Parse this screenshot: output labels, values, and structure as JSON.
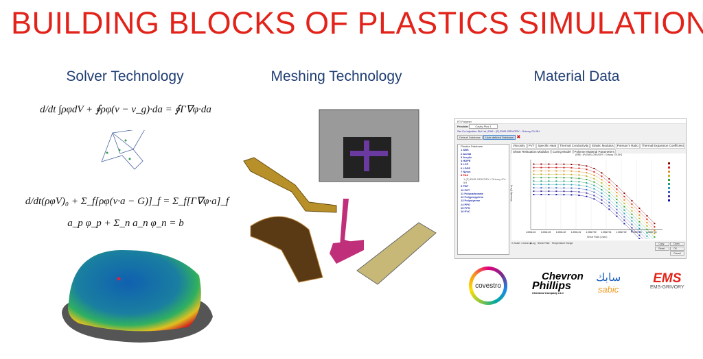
{
  "title": "BUILDING BLOCKS OF PLASTICS SIMULATION",
  "sections": {
    "solver": "Solver Technology",
    "meshing": "Meshing Technology",
    "material": "Material Data"
  },
  "equations": [
    "d/dt ∫ρφdV + ∮ρφ(v − v_g)·da = ∮Γ∇φ·da",
    "d/dt(ρφV)₀ + Σ_f[ρφ(v·a − G)]_f = Σ_f[Γ∇φ·a]_f",
    "a_p φ_p + Σ_n a_n φ_n = b"
  ],
  "window": {
    "title": "RT Polymer",
    "provider_label": "Provider",
    "provider_value": "Cavity Plus 1",
    "breadcrumb": "Set Co-Injection  Std   1st | PA6 - (P) EMS-GRIVORY : Grivory GV-5H",
    "default_db": "Default Database",
    "user_db": "User-defined Database",
    "tree_header": "Plastics Database",
    "tree": [
      "1 ABS",
      "2 Acetal",
      "3 Acrylic",
      "4 HDPE",
      "5 LCP",
      "6 LDPE",
      "7 Nylon",
      "8 PA6",
      "  1 (P) EMS-GRIVORY / Grivory GV-5H",
      "9 PBT",
      "10 PET",
      "11 Polycarbonate",
      "12 Polypropylene",
      "13 Polystyrene",
      "14 PPO",
      "15 PPS",
      "16 PVC"
    ],
    "tabs": [
      "Viscosity",
      "PVT",
      "Specific Heat",
      "Thermal Conductivity",
      "Elastic Modulus",
      "Poisson's Ratio",
      "Thermal Expansion Coefficient",
      "Shear Relaxation Modulus",
      "Curing Model",
      "Polymer Material Parameters"
    ],
    "buttons": [
      "Copy",
      "Open",
      "Reset",
      "OK",
      "Cancel"
    ],
    "controls": {
      "xscale": "X-Scale",
      "linear": "Linear",
      "log": "Log",
      "shear": "Shear Rate",
      "temp": "Temperature Range"
    }
  },
  "chart_data": {
    "type": "line",
    "title": "[PA6 : (P) EMS-GRIVORY : Grivory GV-5H]",
    "xlabel": "Shear Rate (1/sec)",
    "ylabel": "Viscosity (Pa.s)",
    "x_ticks": [
      "1.000e-04",
      "1.000e-03",
      "1.000e-02",
      "1.000e-01",
      "1.000e+00",
      "1.000e+01",
      "1.000e+02",
      "1.000e+03",
      "1.000e+04"
    ],
    "xlim_log10": [
      -4,
      4.5
    ],
    "series_zero_shear_log10": [
      3.7,
      3.55,
      3.4,
      3.25,
      3.1,
      2.95,
      2.8,
      2.65,
      2.5,
      2.35
    ],
    "colors": [
      "#8b0000",
      "#d02020",
      "#e09020",
      "#c0b020",
      "#30a030",
      "#20a080",
      "#20a0b0",
      "#4060c0",
      "#4030a0",
      "#1010a0"
    ]
  },
  "logos": {
    "covestro": "covestro",
    "chevron": "Chevron",
    "phillips": "Phillips",
    "cp_sub": "Chemical Company LLC",
    "sabic": "sabic",
    "sabic_ar": "سابك",
    "ems": "EMS",
    "ems_sub": "EMS-GRIVORY"
  }
}
